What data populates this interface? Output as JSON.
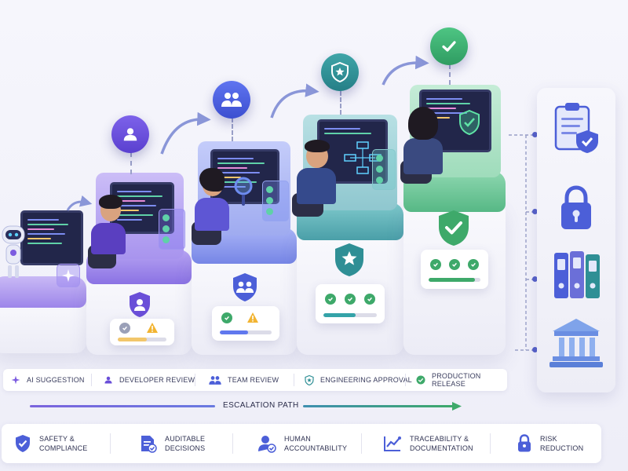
{
  "legend": {
    "ai_suggestion": "AI SUGGESTION",
    "developer_review": "DEVELOPER REVIEW",
    "team_review": "TEAM REVIEW",
    "engineering_approval": "ENGINEERING APPROVAL",
    "production_release": "PRODUCTION RELEASE"
  },
  "escalation_path": "ESCALATION PATH",
  "footer": {
    "safety_1": "SAFETY &",
    "safety_2": "COMPLIANCE",
    "auditable_1": "AUDITABLE",
    "auditable_2": "DECISIONS",
    "human_1": "HUMAN",
    "human_2": "ACCOUNTABILITY",
    "trace_1": "TRACEABILITY &",
    "trace_2": "DOCUMENTATION",
    "risk_1": "RISK",
    "risk_2": "REDUCTION"
  },
  "progress": {
    "developer_review": 0.6,
    "team_review": 0.55,
    "engineering_approval": 0.6,
    "production_release": 0.9
  },
  "colors": {
    "ai": "#7c5ce0",
    "developer": "#6a4fd8",
    "team": "#4c5fd8",
    "engineering": "#2f8f95",
    "production": "#3ea96a",
    "warning": "#f2b431",
    "path_start": "#7b64dd",
    "path_end": "#3ea96a"
  },
  "icons": {
    "ai": "sparkle-icon",
    "developer": "user-icon",
    "team": "users-icon",
    "engineering": "shield-star-icon",
    "production": "check-circle-icon",
    "clipboard": "clipboard-shield-icon",
    "lock": "lock-icon",
    "binders": "binders-icon",
    "institution": "institution-icon"
  }
}
